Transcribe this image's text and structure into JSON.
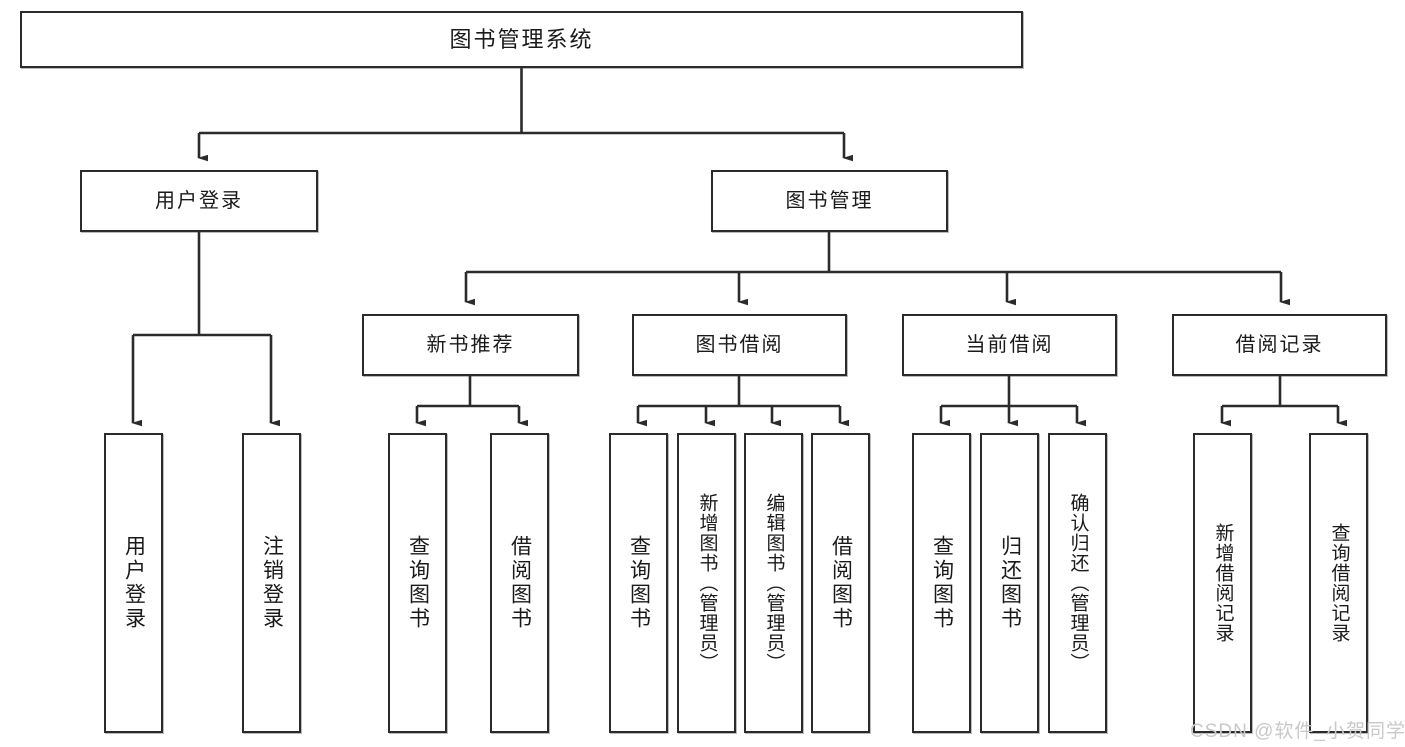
{
  "diagram": {
    "title": "图书管理系统",
    "type": "功能结构图",
    "background_color": "#ffffff",
    "line_color": "#2b2b2b",
    "text_color": "#1a1a1a",
    "nodes": {
      "root": {
        "label": "图书管理系统"
      },
      "level2": [
        {
          "id": "user-login",
          "label": "用户登录"
        },
        {
          "id": "book-management",
          "label": "图书管理"
        }
      ],
      "level3": [
        {
          "id": "new-book-recommend",
          "label": "新书推荐"
        },
        {
          "id": "book-borrow",
          "label": "图书借阅"
        },
        {
          "id": "current-borrow",
          "label": "当前借阅"
        },
        {
          "id": "borrow-record",
          "label": "借阅记录"
        }
      ],
      "leaves": {
        "user_login": [
          {
            "id": "leaf-user-login",
            "label": "用户登录"
          },
          {
            "id": "leaf-logout-login",
            "label": "注销登录"
          }
        ],
        "new_book_recommend": [
          {
            "id": "leaf-query-book-1",
            "label": "查询图书"
          },
          {
            "id": "leaf-borrow-book-1",
            "label": "借阅图书"
          }
        ],
        "book_borrow": [
          {
            "id": "leaf-query-book-2",
            "label": "查询图书"
          },
          {
            "id": "leaf-add-book",
            "label": "新增图书（管理员）"
          },
          {
            "id": "leaf-edit-book",
            "label": "编辑图书（管理员）"
          },
          {
            "id": "leaf-borrow-book-2",
            "label": "借阅图书"
          }
        ],
        "current_borrow": [
          {
            "id": "leaf-query-book-3",
            "label": "查询图书"
          },
          {
            "id": "leaf-return-book",
            "label": "归还图书"
          },
          {
            "id": "leaf-confirm-return",
            "label": "确认归还（管理员）"
          }
        ],
        "borrow_record": [
          {
            "id": "leaf-add-borrow-record",
            "label": "新增借阅记录"
          },
          {
            "id": "leaf-query-borrow-record",
            "label": "查询借阅记录"
          }
        ]
      }
    },
    "watermark": "CSDN @软件_小贺同学"
  }
}
